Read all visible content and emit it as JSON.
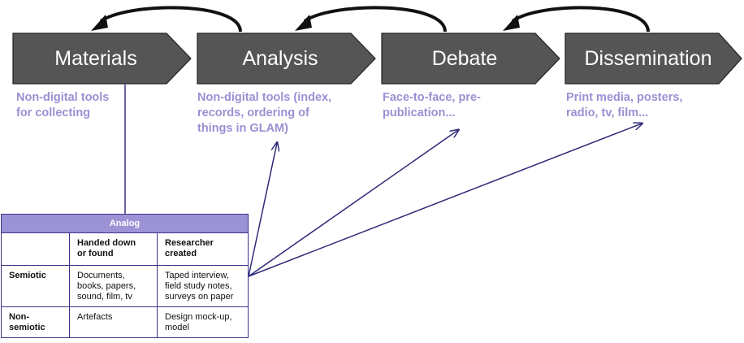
{
  "stages": [
    {
      "label": "Materials",
      "lines": [
        "Non-digital tools",
        "for collecting"
      ]
    },
    {
      "label": "Analysis",
      "lines": [
        "Non-digital tools (index,",
        "records, ordering of",
        "things in GLAM)"
      ]
    },
    {
      "label": "Debate",
      "lines": [
        "Face-to-face, pre-",
        "publication..."
      ]
    },
    {
      "label": "Dissemination",
      "lines": [
        "Print media, posters,",
        "radio, tv, film..."
      ]
    }
  ],
  "table": {
    "title": "Analog",
    "col_headers": [
      [
        "Handed down",
        "or found"
      ],
      [
        "Researcher",
        "created"
      ]
    ],
    "rows": [
      {
        "header": [
          "Semiotic"
        ],
        "cells": [
          [
            "Documents,",
            "books, papers,",
            "sound, film, tv"
          ],
          [
            "Taped interview,",
            "field study notes,",
            "surveys on paper"
          ]
        ]
      },
      {
        "header": [
          "Non-",
          "semiotic"
        ],
        "cells": [
          [
            "Artefacts"
          ],
          [
            "Design mock-up,",
            "model"
          ]
        ]
      }
    ]
  },
  "colors": {
    "stage_fill": "#555555",
    "stage_border": "#222222",
    "description_text": "#9c8fd3",
    "table_header": "#9c93d6",
    "table_border": "#3a3388",
    "connector": "#3a3388"
  }
}
